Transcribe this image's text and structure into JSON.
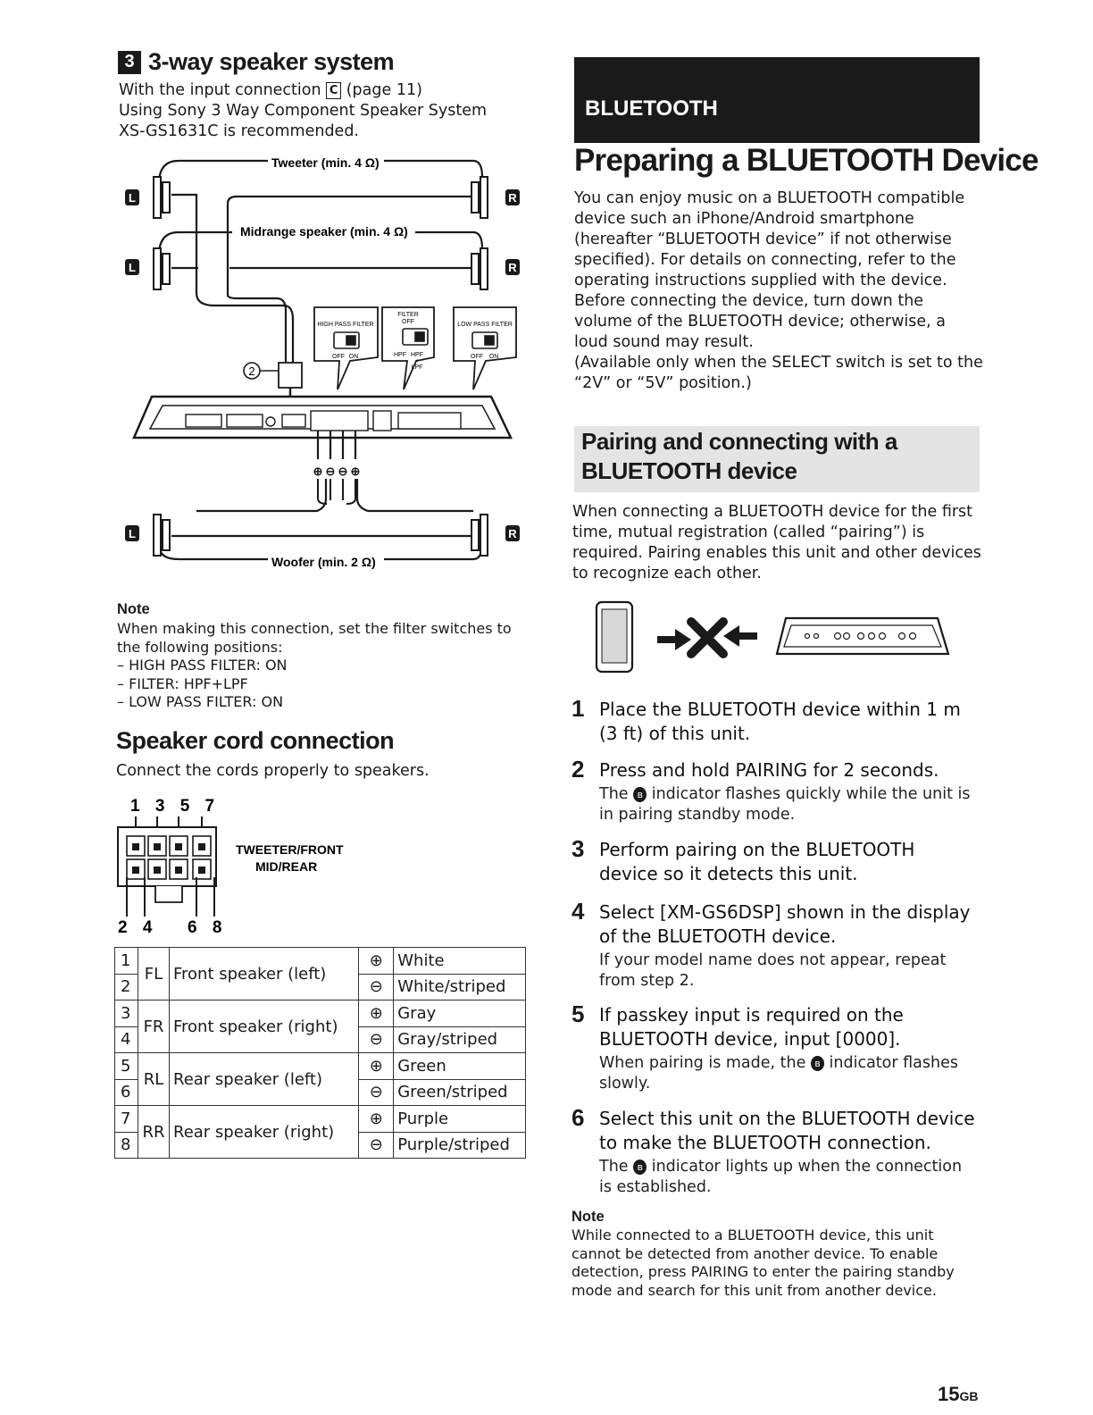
{
  "left": {
    "section_badge": "3",
    "section_title": "3-way speaker system",
    "intro_line1_pre": "With the input connection",
    "intro_box": "C",
    "intro_line1_post": "(page 11)",
    "intro_line2": "Using Sony 3 Way Component Speaker System",
    "intro_line3": "XS-GS1631C is recommended.",
    "diagram": {
      "tweeter_label": "Tweeter (min. 4 Ω)",
      "midrange_label": "Midrange speaker (min. 4 Ω)",
      "woofer_label": "Woofer (min. 2 Ω)",
      "left_mark": "L",
      "right_mark": "R",
      "hpf_label": "HIGH PASS FILTER",
      "hpf_off": "OFF",
      "hpf_on": "ON",
      "filter_label": "FILTER",
      "filter_off": "OFF",
      "filter_hpf": "HPF",
      "filter_hpf_lpf": "HPF",
      "filter_plus": "+",
      "filter_lpf": "LPF",
      "lpf_label": "LOW PASS FILTER",
      "lpf_off": "OFF",
      "lpf_on": "ON",
      "callout": "2"
    },
    "note_heading": "Note",
    "note_line1": "When making this connection, set the filter switches to",
    "note_line2": "the following positions:",
    "note_items": [
      "– HIGH PASS FILTER: ON",
      "– FILTER: HPF+LPF",
      "– LOW PASS FILTER: ON"
    ],
    "cord_title": "Speaker cord connection",
    "cord_text": "Connect the cords properly to speakers.",
    "connector": {
      "top_pins": "1 3 5 7",
      "bottom_pins_a": "2 4",
      "bottom_pins_b": "6 8",
      "label1": "TWEETER/FRONT",
      "label2": "MID/REAR"
    },
    "wiring": [
      {
        "num": "1",
        "abbr": "FL",
        "name": "Front speaker (left)",
        "pol": "⊕",
        "color": "White"
      },
      {
        "num": "2",
        "pol": "⊖",
        "color": "White/striped"
      },
      {
        "num": "3",
        "abbr": "FR",
        "name": "Front speaker (right)",
        "pol": "⊕",
        "color": "Gray"
      },
      {
        "num": "4",
        "pol": "⊖",
        "color": "Gray/striped"
      },
      {
        "num": "5",
        "abbr": "RL",
        "name": "Rear speaker (left)",
        "pol": "⊕",
        "color": "Green"
      },
      {
        "num": "6",
        "pol": "⊖",
        "color": "Green/striped"
      },
      {
        "num": "7",
        "abbr": "RR",
        "name": "Rear speaker (right)",
        "pol": "⊕",
        "color": "Purple"
      },
      {
        "num": "8",
        "pol": "⊖",
        "color": "Purple/striped"
      }
    ]
  },
  "right": {
    "bar_label": "BLUETOOTH",
    "title": "Preparing a BLUETOOTH Device",
    "intro": [
      "You can enjoy music on a BLUETOOTH compatible",
      "device such an iPhone/Android smartphone",
      "(hereafter “BLUETOOTH device” if not otherwise",
      "specified). For details on connecting, refer to the",
      "operating instructions supplied with the device.",
      "Before connecting the device, turn down the",
      "volume of the BLUETOOTH device; otherwise, a",
      "loud sound may result.",
      "(Available only when the SELECT switch is set to the",
      "“2V” or “5V” position.)"
    ],
    "pair_heading_1": "Pairing and connecting with a",
    "pair_heading_2": "BLUETOOTH device",
    "pair_text": [
      "When connecting a BLUETOOTH device for the first",
      "time, mutual registration (called “pairing”) is",
      "required. Pairing enables this unit and other devices",
      "to recognize each other."
    ],
    "steps": [
      {
        "n": "1",
        "h1": "Place the BLUETOOTH device within 1 m",
        "h2": "(3 ft) of this unit."
      },
      {
        "n": "2",
        "h1": "Press and hold PAIRING for 2 seconds.",
        "d1_pre": "The",
        "d1_post": "indicator flashes quickly while the unit is",
        "d2": "in pairing standby mode."
      },
      {
        "n": "3",
        "h1": "Perform pairing on the BLUETOOTH",
        "h2": "device so it detects this unit."
      },
      {
        "n": "4",
        "h1": "Select [XM-GS6DSP] shown in the display",
        "h2": "of the BLUETOOTH device.",
        "d1": "If your model name does not appear, repeat",
        "d2": "from step 2."
      },
      {
        "n": "5",
        "h1": "If passkey input is required on the",
        "h2": "BLUETOOTH device, input [0000].",
        "d1_pre": "When pairing is made, the",
        "d1_post": "indicator flashes",
        "d2": "slowly."
      },
      {
        "n": "6",
        "h1": "Select this unit on the BLUETOOTH device",
        "h2": "to make the BLUETOOTH connection.",
        "d1_pre": "The",
        "d1_post": "indicator lights up when the connection",
        "d2": "is established."
      }
    ],
    "note_heading": "Note",
    "note_lines": [
      "While connected to a BLUETOOTH device, this unit",
      "cannot be detected from another device. To enable",
      "detection, press PAIRING to enter the pairing standby",
      "mode and search for this unit from another device."
    ]
  },
  "page": {
    "number": "15",
    "suffix": "GB"
  }
}
